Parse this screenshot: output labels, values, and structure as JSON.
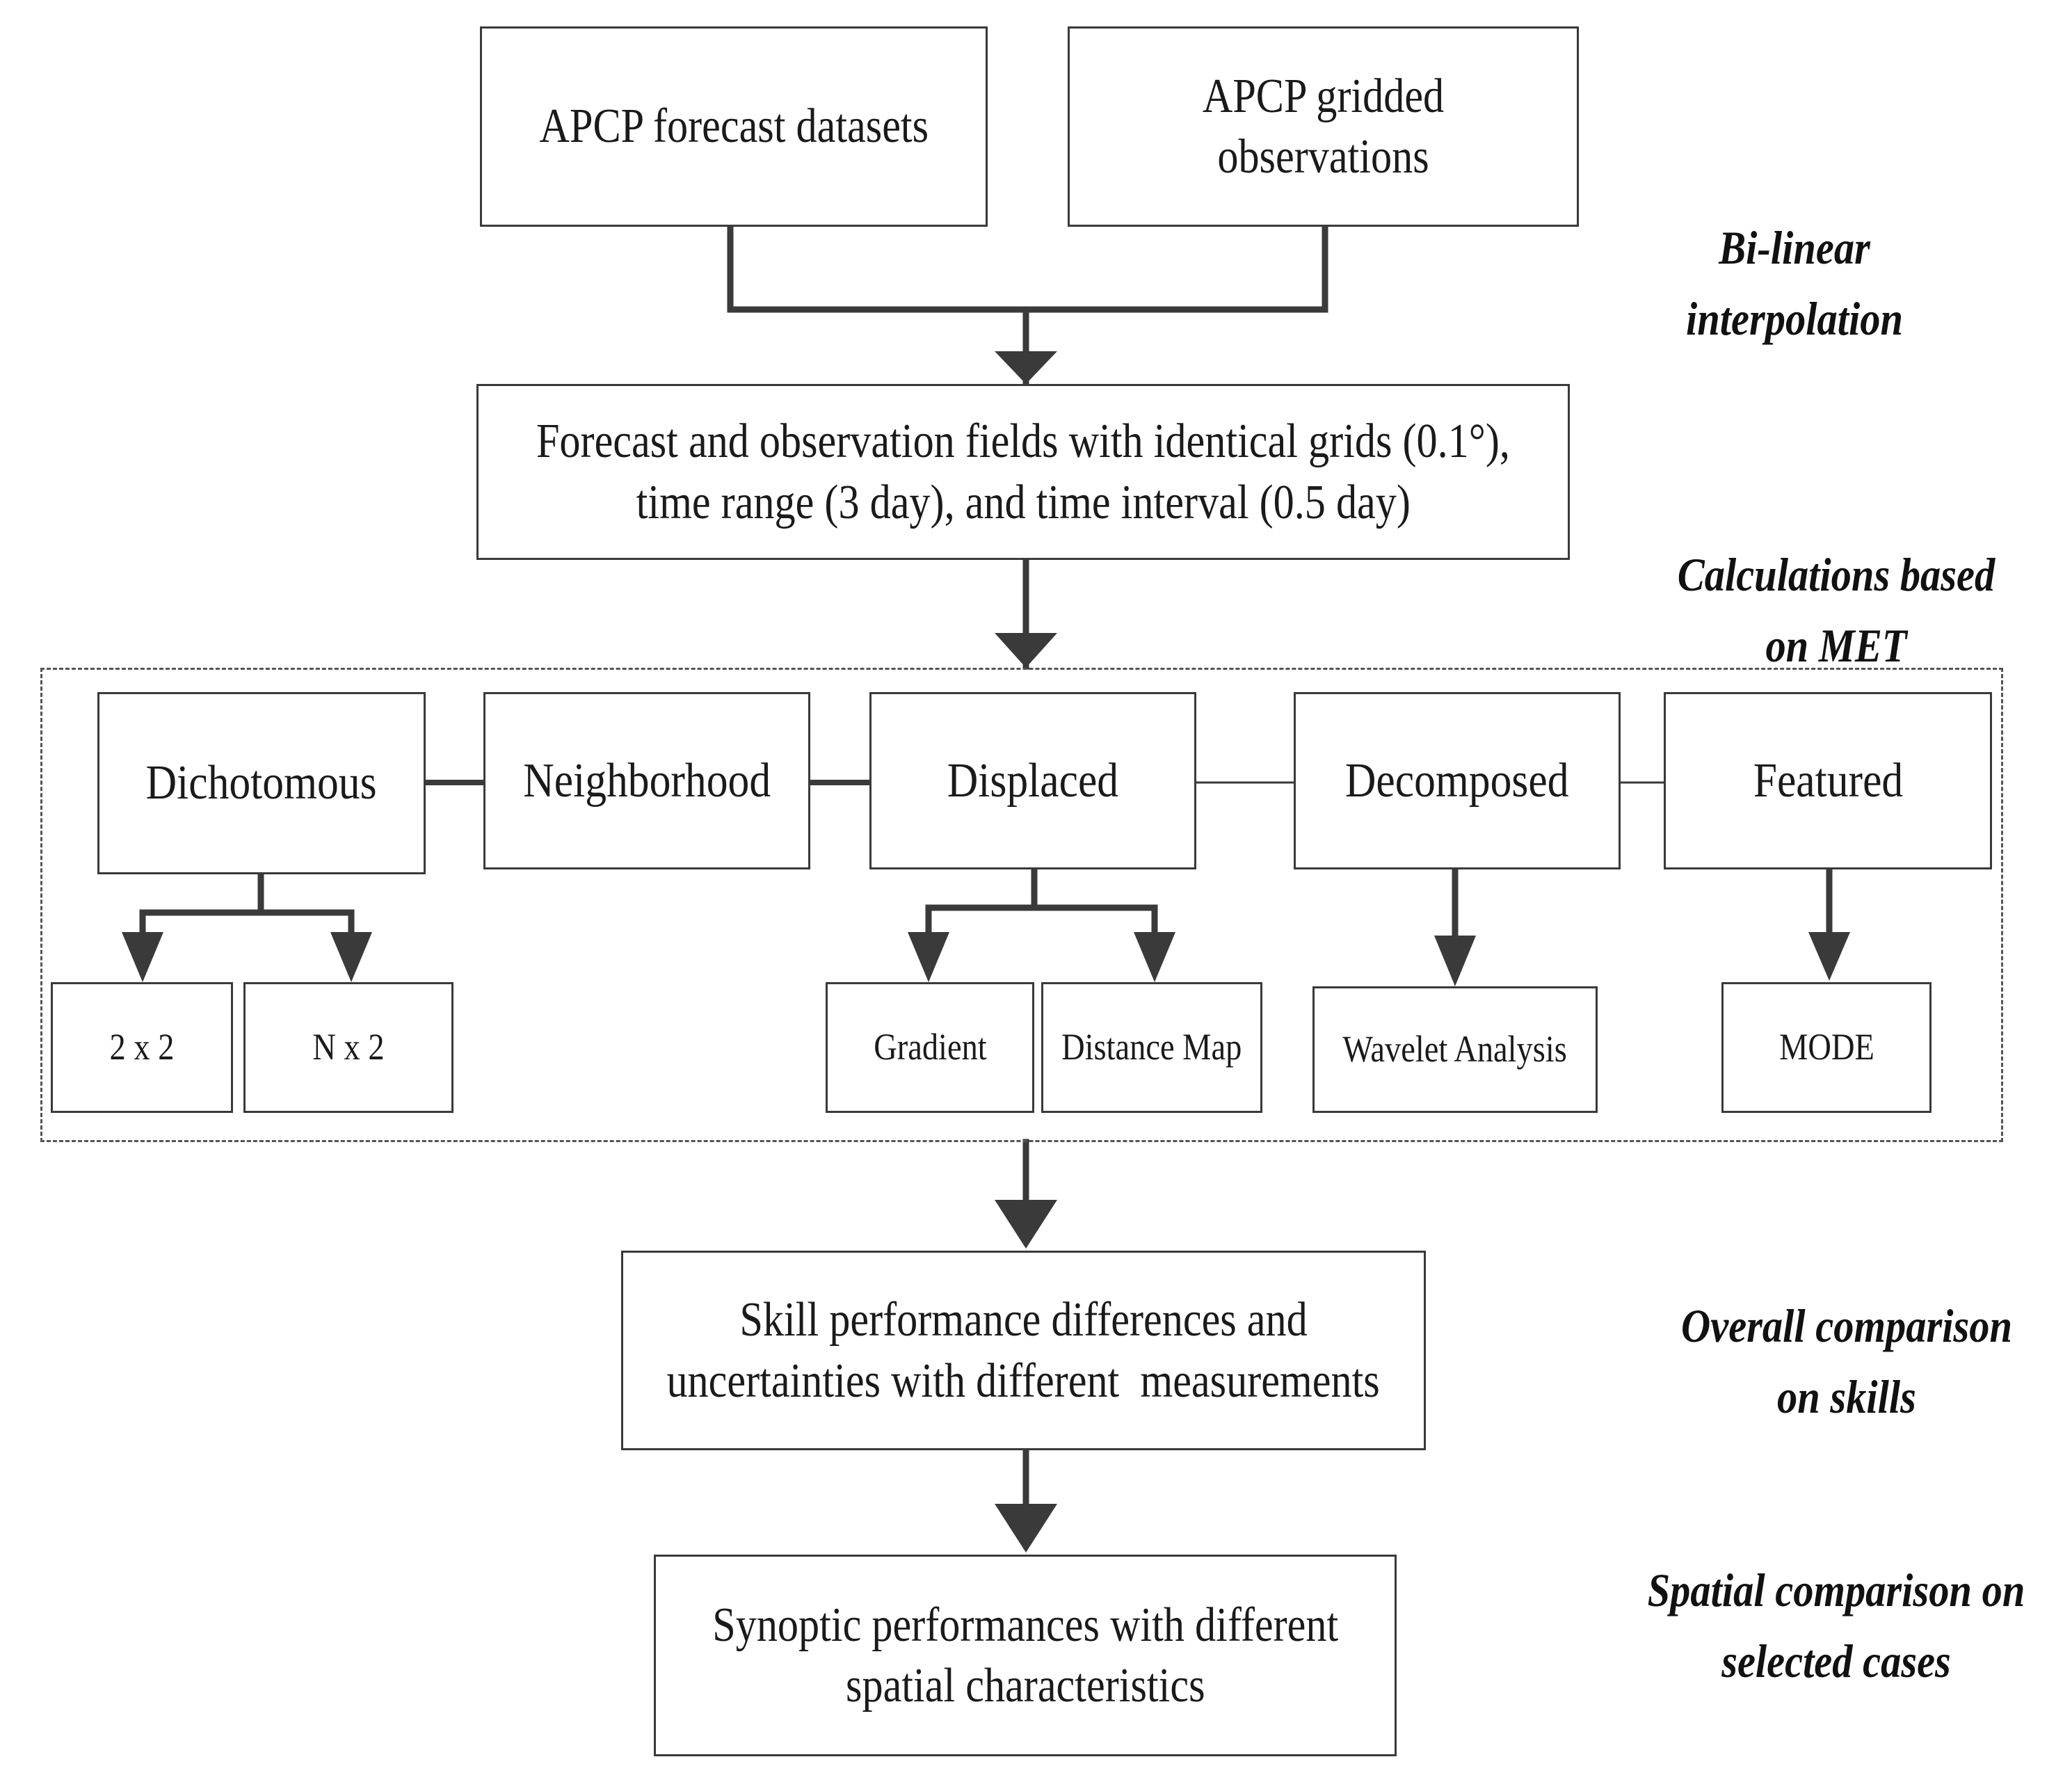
{
  "boxes": {
    "forecast": "APCP forecast datasets",
    "observations": "APCP gridded observations",
    "fields_line1": "Forecast and observation fields with identical grids (0.1°),",
    "fields_line2": "time range (3 day), and time interval (0.5 day)",
    "dichotomous": "Dichotomous",
    "neighborhood": "Neighborhood",
    "displaced": "Displaced",
    "decomposed": "Decomposed",
    "featured": "Featured",
    "two_by_two": "2 x 2",
    "n_by_two": "N x 2",
    "gradient": "Gradient",
    "distance_map": "Distance Map",
    "wavelet": "Wavelet Analysis",
    "mode": "MODE",
    "skill_line1": "Skill performance differences and",
    "skill_line2": "uncertainties with different  measurements",
    "synoptic_line1": "Synoptic performances with different",
    "synoptic_line2": "spatial characteristics"
  },
  "notes": {
    "bilinear_line1": "Bi-linear",
    "bilinear_line2": "interpolation",
    "met_line1": "Calculations based",
    "met_line2": "on MET",
    "overall_line1": "Overall comparison",
    "overall_line2": "on skills",
    "spatial_line1": "Spatial comparison on",
    "spatial_line2": "selected cases"
  },
  "colors": {
    "line": "#3a3a3a",
    "text": "#1a1a1a"
  }
}
